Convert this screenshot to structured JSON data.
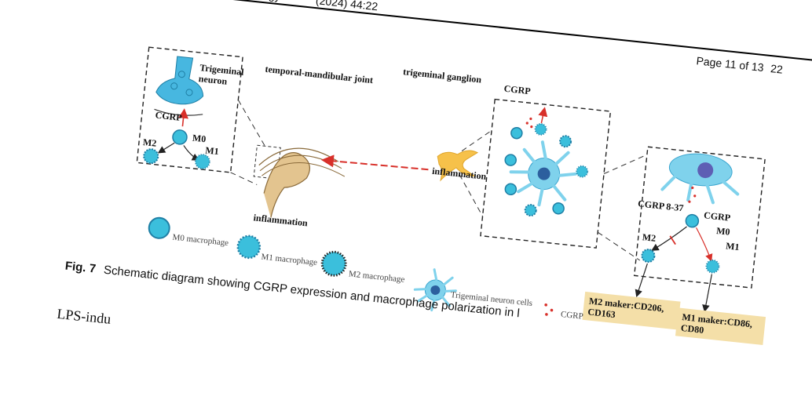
{
  "header": {
    "journal_fragment": "urobiology",
    "volume": "(2024) 44:22",
    "page": "Page 11 of 13",
    "page_number": "22"
  },
  "figure": {
    "labels": {
      "trigeminal_neuron": "Trigeminal neuron",
      "cgrp_left": "CGRP",
      "m0_left": "M0",
      "m2_left": "M2",
      "m1_left": "M1",
      "tmj": "temporal-mandibular joint",
      "inflammation_left": "inflammation",
      "trigeminal_ganglion": "trigeminal ganglion",
      "cgrp_ganglion": "CGRP",
      "inflammation_right": "inflammation",
      "cgrp_right": "CGRP",
      "cgrp_837": "CGRP 8-37",
      "m0_right": "M0",
      "m2_right": "M2",
      "m1_right": "M1"
    },
    "makers": {
      "m2": "M2 maker:CD206, CD163",
      "m1": "M1 maker:CD86, CD80"
    },
    "legend": {
      "m0": "M0 macrophage",
      "m1": "M1 macrophage",
      "m2": "M2 macrophage",
      "neuron": "Trigeminal neuron cells",
      "cgrp": "CGRP"
    },
    "colors": {
      "cell": "#3bbfdc",
      "cell_dark": "#1f7fa5",
      "neuron": "#47b7e0",
      "ganglion": "#f6c14a",
      "arrow_red": "#d8302a",
      "maker_bg": "#f4dfa8"
    }
  },
  "caption": {
    "label": "Fig. 7",
    "text": "Schematic diagram showing CGRP expression and macrophage polarization in l"
  },
  "body_text": "LPS-indu"
}
